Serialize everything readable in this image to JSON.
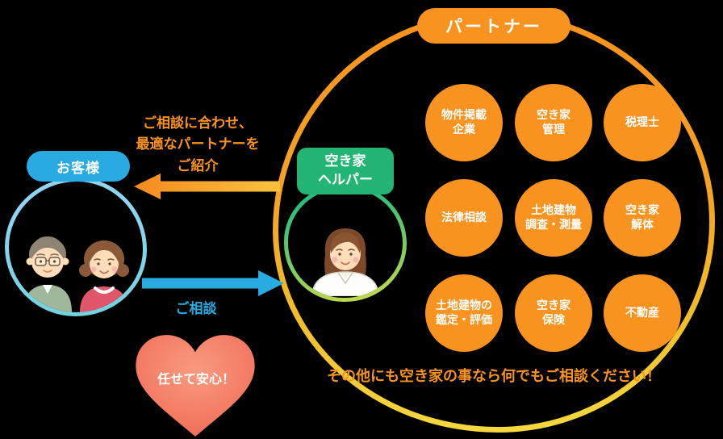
{
  "colors": {
    "background": "#000000",
    "orange": "#F7931E",
    "yellow": "#F5D83E",
    "blue": "#29ABE2",
    "light_blue": "#8FD5F3",
    "green": "#22B573",
    "coral": "#F0654F"
  },
  "customer": {
    "label": "お客様"
  },
  "helper": {
    "label": "空き家\nヘルパー"
  },
  "partner": {
    "title": "パートナー",
    "items": [
      "物件掲載\n企業",
      "空き家\n管理",
      "税理士",
      "法律相談",
      "土地建物\n調査・測量",
      "空き家\n解体",
      "土地建物の\n鑑定・評価",
      "空き家\n保険",
      "不動産"
    ],
    "footer": "その他にも空き家の事なら何でもご相談ください！"
  },
  "arrows": {
    "referral_label": "ご相談に合わせ、\n最適なパートナーを\nご紹介",
    "consult_label": "ご相談"
  },
  "heart": {
    "label": "任せて安心！"
  }
}
